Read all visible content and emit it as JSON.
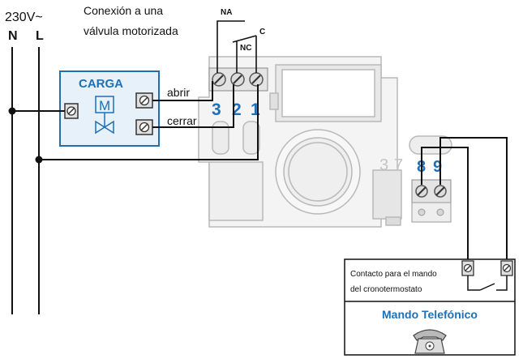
{
  "supply": {
    "voltage": "230V~",
    "neutral": "N",
    "line": "L"
  },
  "caption": {
    "line1": "Conexión a una",
    "line2": "válvula motorizada"
  },
  "relay": {
    "no_label": "NA",
    "nc_label": "NC",
    "common_label": "C"
  },
  "load": {
    "title": "CARGA",
    "symbol": "M",
    "open_label": "abrir",
    "close_label": "cerrar"
  },
  "terminals": {
    "t3": "3",
    "t2": "2",
    "t1": "1",
    "t8": "8",
    "t9": "9",
    "faded_3": "3",
    "faded_7": "7"
  },
  "remote": {
    "contact_line1": "Contacto para el mando",
    "contact_line2": "del cronotermostato",
    "title": "Mando Telefónico"
  },
  "colors": {
    "accent_blue": "#1e6fb5",
    "load_fill": "#e6f1fa",
    "device_gray": "#c9c9c9",
    "wire": "#111111"
  }
}
